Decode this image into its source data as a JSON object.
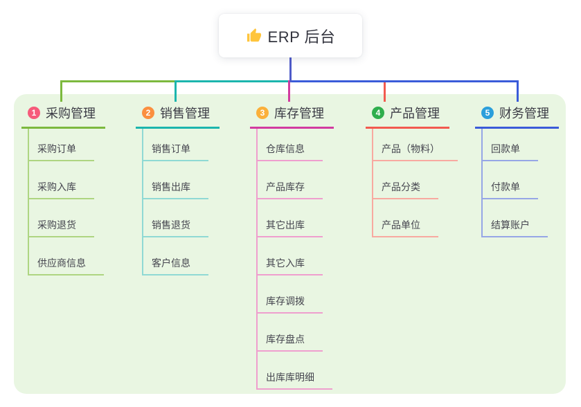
{
  "root": {
    "title": "ERP 后台",
    "icon": "thumbs-up-icon",
    "icon_color": "#ffc53d",
    "stem_color": "#4f5bc9",
    "card_bg": "#ffffff",
    "title_color": "#33343e"
  },
  "panel": {
    "bg_color": "#e9f6e2"
  },
  "branches": [
    {
      "num": "1",
      "label": "采购管理",
      "badge_color": "#f65b7a",
      "line_color": "#7cb93e",
      "line_light_color": "#aed581",
      "children": [
        "采购订单",
        "采购入库",
        "采购退货",
        "供应商信息"
      ]
    },
    {
      "num": "2",
      "label": "销售管理",
      "badge_color": "#fb8f3f",
      "line_color": "#1cb5ad",
      "line_light_color": "#8fd9d4",
      "children": [
        "销售订单",
        "销售出库",
        "销售退货",
        "客户信息"
      ]
    },
    {
      "num": "3",
      "label": "库存管理",
      "badge_color": "#fbb03a",
      "line_color": "#d23ba0",
      "line_light_color": "#ef9ece",
      "children": [
        "仓库信息",
        "产品库存",
        "其它出库",
        "其它入库",
        "库存调拨",
        "库存盘点",
        "出库库明细"
      ]
    },
    {
      "num": "4",
      "label": "产品管理",
      "badge_color": "#2fae4d",
      "line_color": "#f25a4f",
      "line_light_color": "#f8a9a0",
      "children": [
        "产品（物料）",
        "产品分类",
        "产品单位"
      ]
    },
    {
      "num": "5",
      "label": "财务管理",
      "badge_color": "#2b9fdb",
      "line_color": "#3a5bd9",
      "line_light_color": "#96a6e6",
      "children": [
        "回款单",
        "付款单",
        "结算账户"
      ]
    }
  ]
}
